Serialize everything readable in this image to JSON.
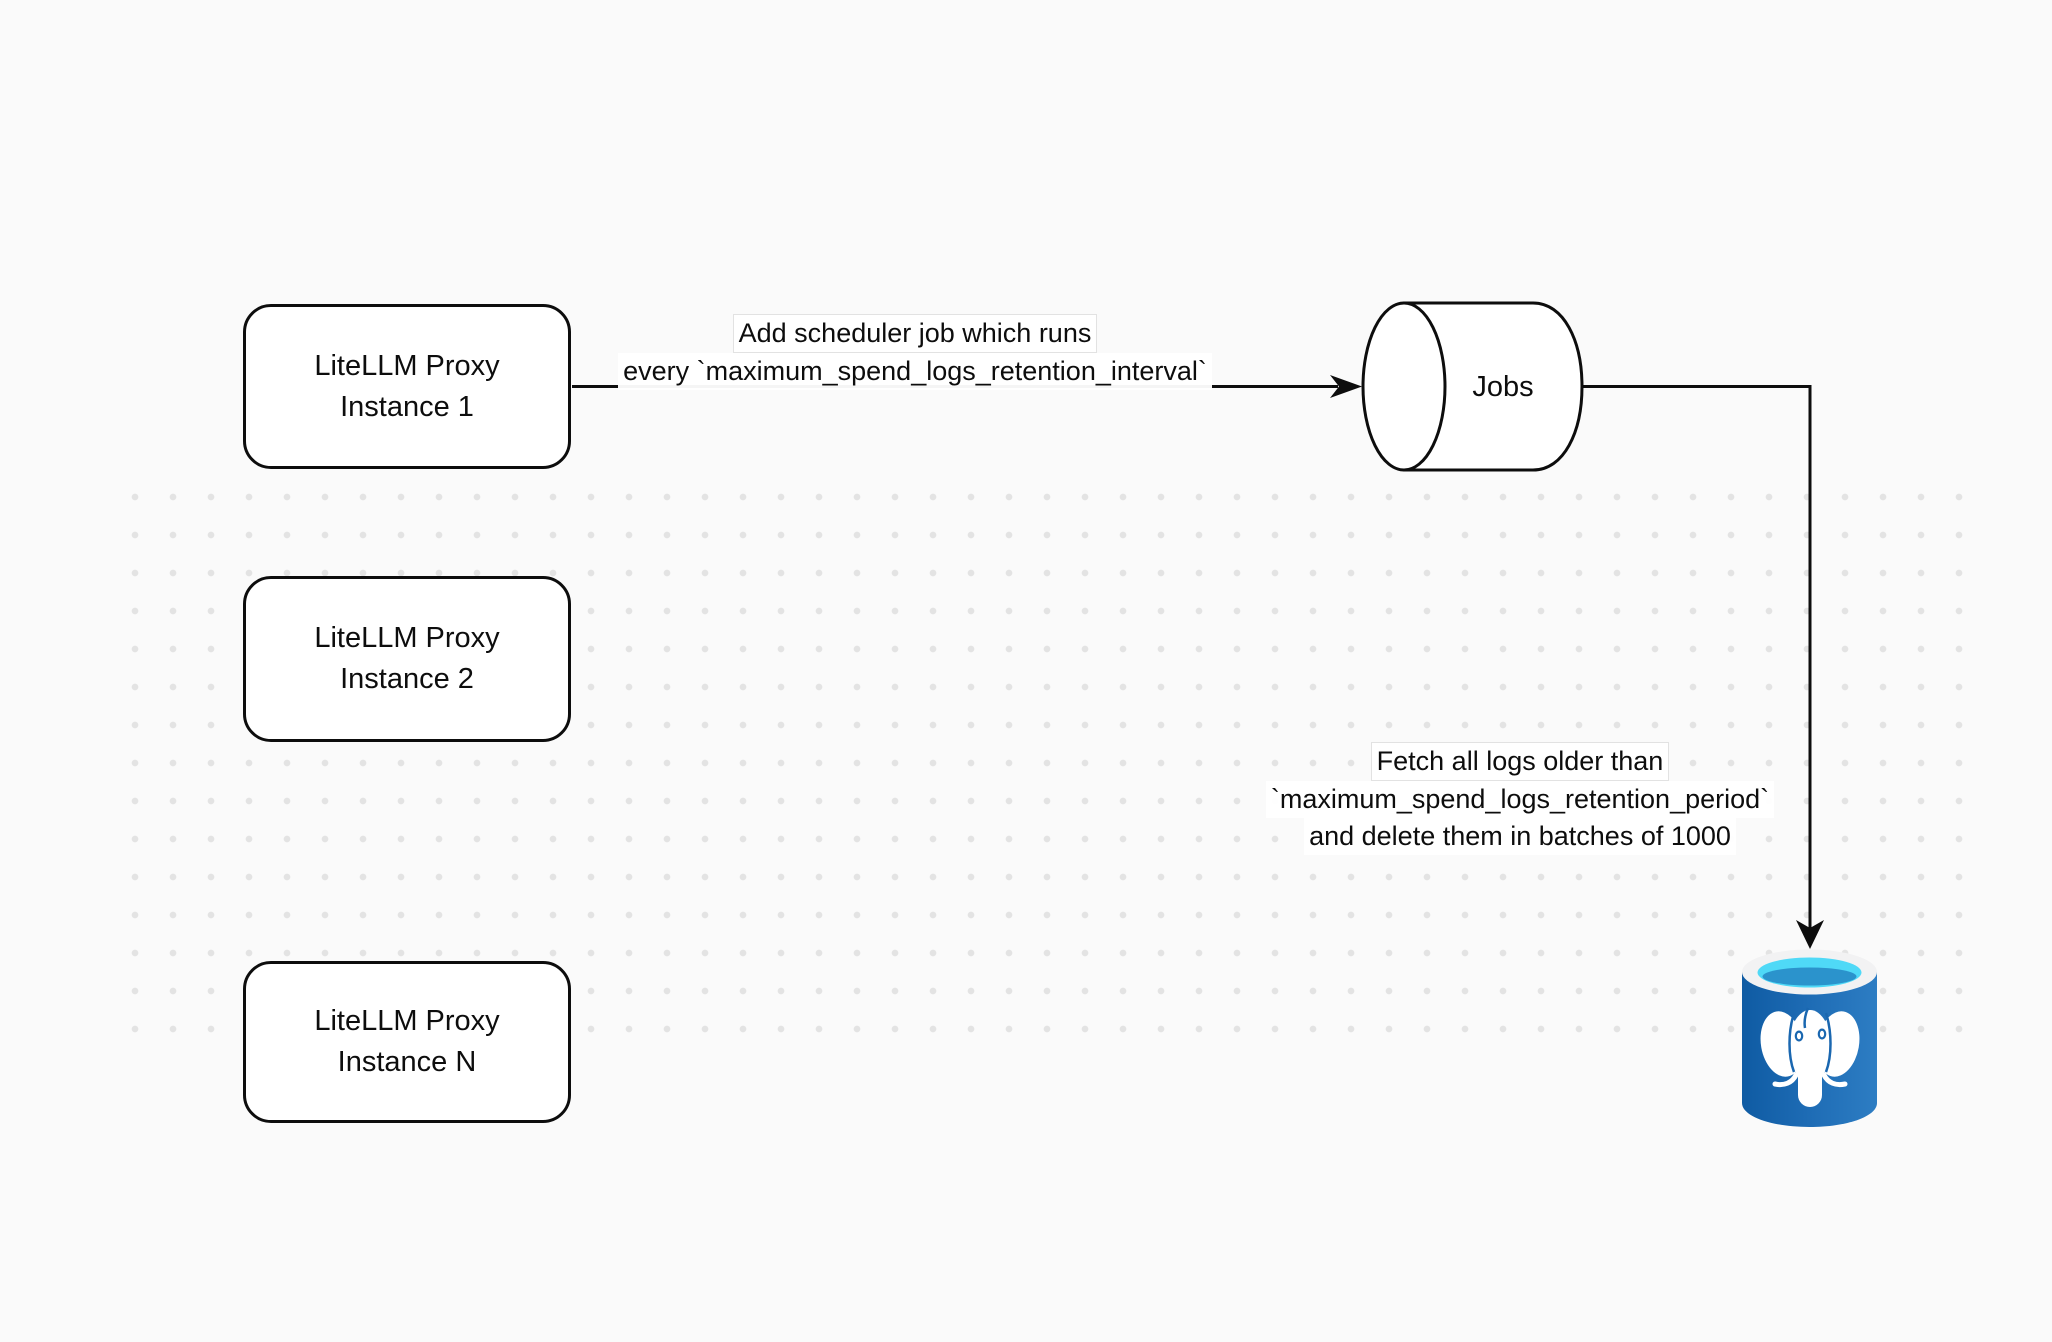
{
  "canvas": {
    "background_color": "#fafafa",
    "dot_color": "#e3e3e3",
    "stroke_color": "#0d0d0d"
  },
  "nodes": {
    "proxy_instance_1": {
      "line1": "LiteLLM Proxy",
      "line2": "Instance 1"
    },
    "proxy_instance_2": {
      "line1": "LiteLLM Proxy",
      "line2": "Instance 2"
    },
    "proxy_instance_n": {
      "line1": "LiteLLM Proxy",
      "line2": "Instance N"
    },
    "jobs_queue": {
      "label": "Jobs",
      "icon": "queue-cylinder-icon"
    },
    "postgres_db": {
      "icon": "postgresql-database-icon",
      "body_color": "#1e6cb5",
      "rim_color": "#f2f2f3",
      "opening_color": "#4fd9f7",
      "opening_shade_color": "#2b93cc",
      "elephant_color": "#ffffff"
    }
  },
  "edges": {
    "add_scheduler": {
      "line1": "Add scheduler job which runs",
      "line2": "every `maximum_spend_logs_retention_interval`"
    },
    "fetch_delete": {
      "line1": "Fetch all logs older than",
      "line2": "`maximum_spend_logs_retention_period`",
      "line3": "and delete them in batches of 1000"
    }
  }
}
